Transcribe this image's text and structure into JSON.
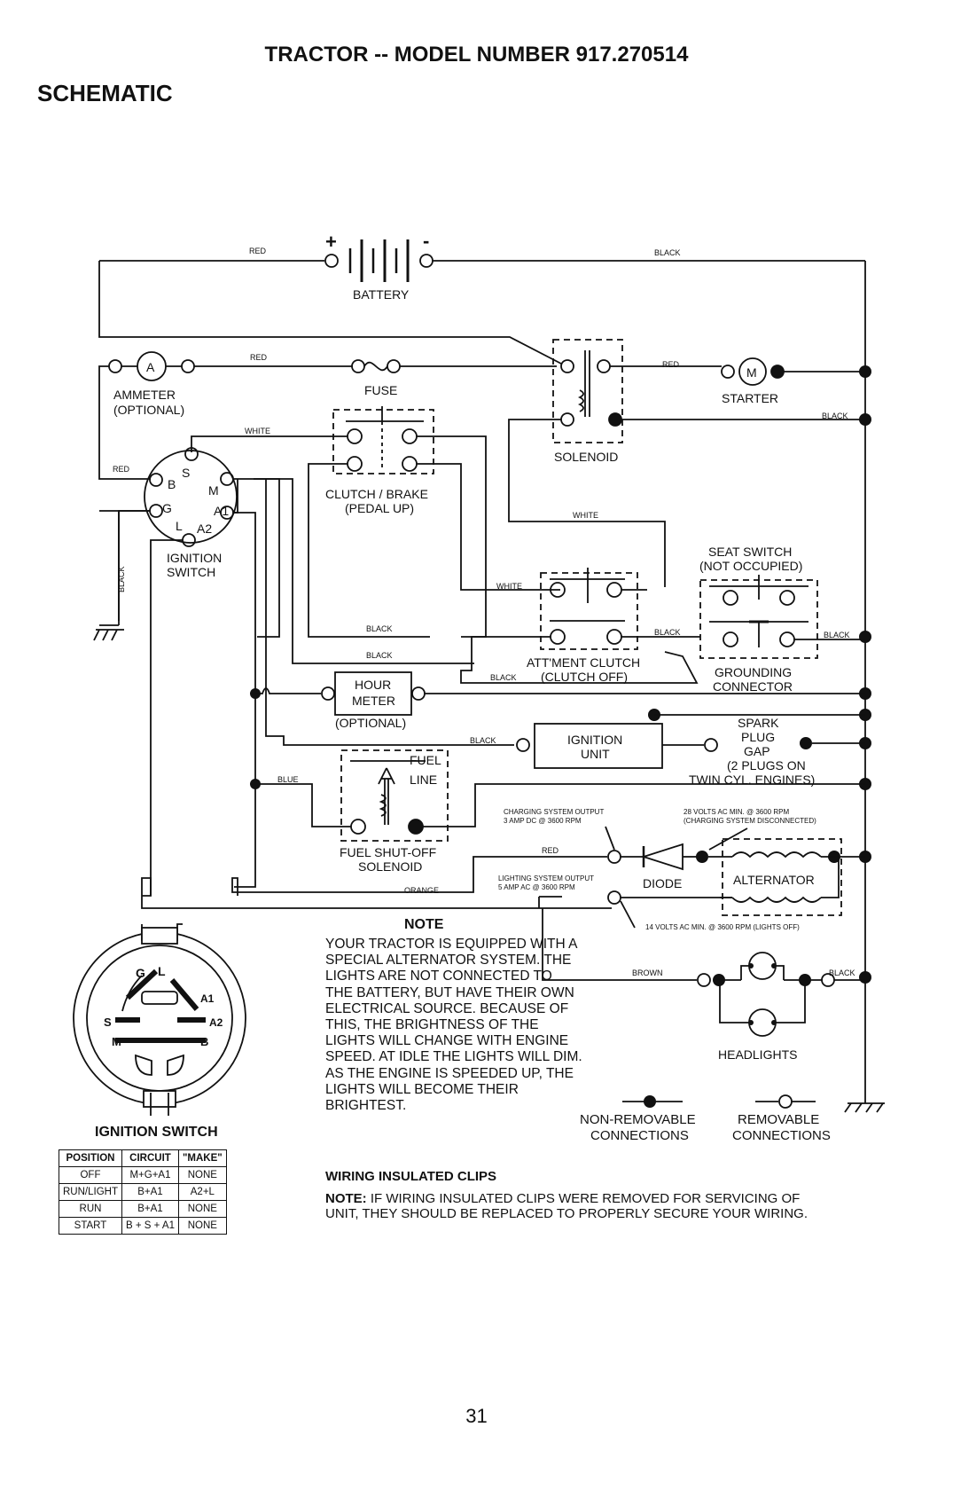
{
  "header": {
    "title": "TRACTOR -- MODEL NUMBER 917.270514",
    "section": "SCHEMATIC"
  },
  "components": {
    "battery": "BATTERY",
    "ammeter": "AMMETER",
    "ammeter_note": "(OPTIONAL)",
    "fuse": "FUSE",
    "solenoid": "SOLENOID",
    "starter": "STARTER",
    "clutch_brake": "CLUTCH / BRAKE",
    "clutch_brake_note": "(PEDAL UP)",
    "ignition_switch": "IGNITION",
    "ignition_switch_2": "SWITCH",
    "seat_switch": "SEAT SWITCH",
    "seat_switch_note": "(NOT OCCUPIED)",
    "attachment_clutch": "ATT'MENT CLUTCH",
    "attachment_clutch_note": "(CLUTCH OFF)",
    "grounding_connector": "GROUNDING",
    "grounding_connector_2": "CONNECTOR",
    "hour_meter": "HOUR",
    "hour_meter_2": "METER",
    "hour_meter_note": "(OPTIONAL)",
    "ignition_unit": "IGNITION",
    "ignition_unit_2": "UNIT",
    "spark_plug": "SPARK",
    "spark_plug_2": "PLUG",
    "spark_plug_3": "GAP",
    "spark_plug_note": "(2 PLUGS ON",
    "spark_plug_note_2": "TWIN CYL. ENGINES)",
    "fuel_line": "FUEL",
    "fuel_line_2": "LINE",
    "fuel_solenoid": "FUEL SHUT-OFF",
    "fuel_solenoid_2": "SOLENOID",
    "diode": "DIODE",
    "alternator": "ALTERNATOR",
    "headlights": "HEADLIGHTS"
  },
  "terminals": {
    "A": "A",
    "M": "M",
    "B": "B",
    "S": "S",
    "G": "G",
    "L": "L",
    "A1": "A1",
    "A2": "A2"
  },
  "wire_colors": {
    "red": "RED",
    "black": "BLACK",
    "white": "WHITE",
    "blue": "BLUE",
    "orange": "ORANGE",
    "brown": "BROWN"
  },
  "annotations": {
    "charging_output": "CHARGING SYSTEM OUTPUT",
    "charging_output_2": "3 AMP DC @ 3600 RPM",
    "volts_28": "28 VOLTS AC MIN. @ 3600 RPM",
    "volts_28_2": "(CHARGING SYSTEM DISCONNECTED)",
    "lighting_output": "LIGHTING SYSTEM OUTPUT",
    "lighting_output_2": "5 AMP AC @ 3600 RPM",
    "volts_14": "14 VOLTS AC MIN. @ 3600 RPM (LIGHTS OFF)"
  },
  "legend": {
    "non_removable": "NON-REMOVABLE",
    "non_removable_2": "CONNECTIONS",
    "removable": "REMOVABLE",
    "removable_2": "CONNECTIONS"
  },
  "note": {
    "heading": "NOTE",
    "text": "YOUR TRACTOR IS EQUIPPED WITH A SPECIAL ALTERNATOR SYSTEM. THE LIGHTS ARE NOT CONNECTED TO THE BATTERY, BUT HAVE THEIR OWN ELECTRICAL SOURCE. BECAUSE OF THIS, THE BRIGHTNESS OF THE LIGHTS WILL CHANGE WITH ENGINE SPEED. AT IDLE THE LIGHTS WILL DIM. AS THE ENGINE IS SPEEDED UP, THE LIGHTS WILL BECOME THEIR BRIGHTEST."
  },
  "clips": {
    "heading": "WIRING INSULATED CLIPS",
    "label": "NOTE:",
    "text": "IF WIRING INSULATED CLIPS WERE REMOVED FOR SERVICING OF UNIT, THEY SHOULD BE REPLACED TO PROPERLY SECURE YOUR WIRING."
  },
  "ignition_table": {
    "caption": "IGNITION SWITCH",
    "headers": [
      "POSITION",
      "CIRCUIT",
      "\"MAKE\""
    ],
    "rows": [
      [
        "OFF",
        "M+G+A1",
        "NONE"
      ],
      [
        "RUN/LIGHT",
        "B+A1",
        "A2+L"
      ],
      [
        "RUN",
        "B+A1",
        "NONE"
      ],
      [
        "START",
        "B + S + A1",
        "NONE"
      ]
    ]
  },
  "page_number": "31"
}
